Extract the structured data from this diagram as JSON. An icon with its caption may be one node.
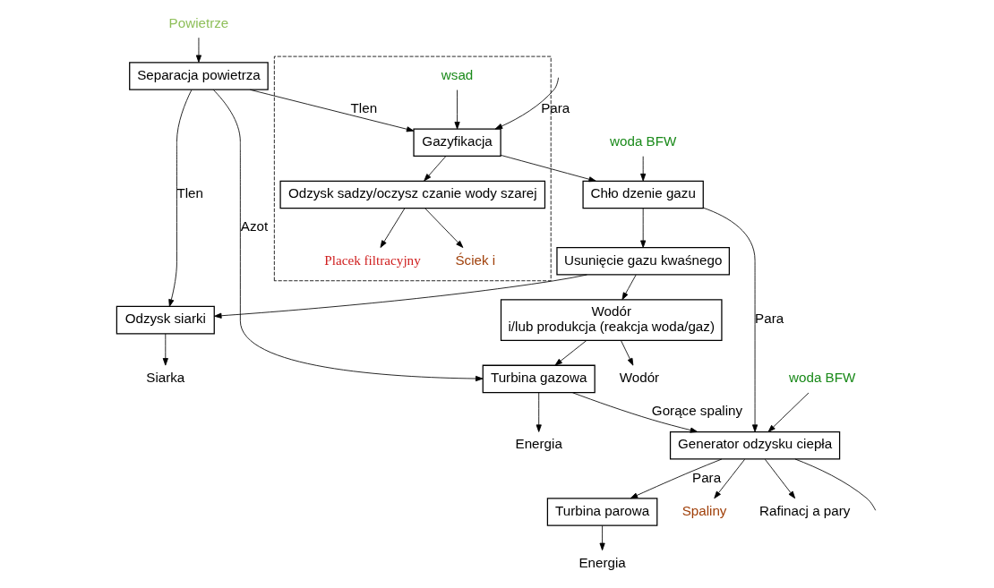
{
  "diagram": {
    "nodes": [
      {
        "text": [],
        "shape": "box"
      },
      {
        "text": [
          "Powietrze"
        ]
      },
      {
        "text": [
          "Separacja powietrza"
        ]
      },
      {
        "text": [
          "wsad"
        ],
        "in": 0
      },
      {
        "text": [
          "Gazyfikacja"
        ],
        "in": 0
      },
      {
        "text": [
          "Odzysk sadzy/oczysz czanie wody szarej"
        ],
        "in": 0
      },
      {
        "text": [
          "Placek filtracyjny"
        ],
        "in": 0
      },
      {
        "text": [
          "Ściek i"
        ],
        "in": 0
      },
      {
        "text": [
          "woda BFW"
        ]
      },
      {
        "text": [
          "Chło dzenie gazu"
        ]
      },
      {
        "text": [
          "Usunięcie gazu kwaśnego"
        ]
      },
      {
        "text": [
          "Odzysk siarki"
        ]
      },
      {
        "text": [
          "Siarka"
        ]
      },
      {
        "text": [
          "Wodór",
          "i/lub produkcja (reakcja woda/gaz)"
        ]
      },
      {
        "text": [
          "Wodór"
        ]
      },
      {
        "text": [
          "Turbina gazowa"
        ]
      },
      {
        "text": [
          "Energia"
        ]
      },
      {
        "text": [
          "Turbina parowa"
        ]
      },
      {
        "text": [
          "Energia"
        ]
      },
      {
        "text": [
          "Spaliny"
        ]
      },
      {
        "text": [
          "Generator odzysku ciepła"
        ]
      },
      {
        "text": [
          "woda BFW"
        ]
      },
      {
        "text": [
          "Rafinacj a pary"
        ]
      }
    ],
    "edges": [
      {
        "from": 1,
        "to": 2,
        "arrow": "to"
      },
      {
        "from": 2,
        "to": 4,
        "arrow": "to",
        "label": "Tlen"
      },
      {
        "from": 2,
        "to": 11,
        "arrow": "to",
        "label": "Tlen"
      },
      {
        "from": 2,
        "to": 15,
        "arrow": "to",
        "label": "Azot"
      },
      {
        "from": 3,
        "to": 4,
        "arrow": "to"
      },
      {
        "from": 4,
        "to": 5,
        "arrow": "to"
      },
      {
        "from": 5,
        "to": 6,
        "arrow": "to"
      },
      {
        "from": 5,
        "to": 7,
        "arrow": "to"
      },
      {
        "from": null,
        "to": 4,
        "arrow": "to",
        "label": "Para"
      },
      {
        "from": 4,
        "to": 9,
        "arrow": "to"
      },
      {
        "from": 8,
        "to": 9,
        "arrow": "to"
      },
      {
        "from": 9,
        "to": 10,
        "arrow": "to"
      },
      {
        "from": 10,
        "to": 11,
        "arrow": "to"
      },
      {
        "from": 10,
        "to": 13,
        "arrow": "to"
      },
      {
        "from": 11,
        "to": 12,
        "arrow": "to"
      },
      {
        "from": 13,
        "to": 14,
        "arrow": "to"
      },
      {
        "from": 13,
        "to": 15,
        "arrow": "to"
      },
      {
        "from": 15,
        "to": 16,
        "arrow": "to"
      },
      {
        "from": 15,
        "to": 20,
        "arrow": "to",
        "label": "Gorące spaliny"
      },
      {
        "from": 9,
        "to": 20,
        "arrow": "to",
        "label": "Para"
      },
      {
        "from": 21,
        "to": 20,
        "arrow": "to"
      },
      {
        "from": 20,
        "to": 19,
        "arrow": "to"
      },
      {
        "from": 20,
        "to": 17,
        "arrow": "to",
        "label": "Para"
      },
      {
        "from": 17,
        "to": 18,
        "arrow": "to"
      },
      {
        "from": 20,
        "to": 22,
        "arrow": "to"
      },
      {
        "from": 20,
        "to": null,
        "arrow": "none"
      }
    ]
  }
}
